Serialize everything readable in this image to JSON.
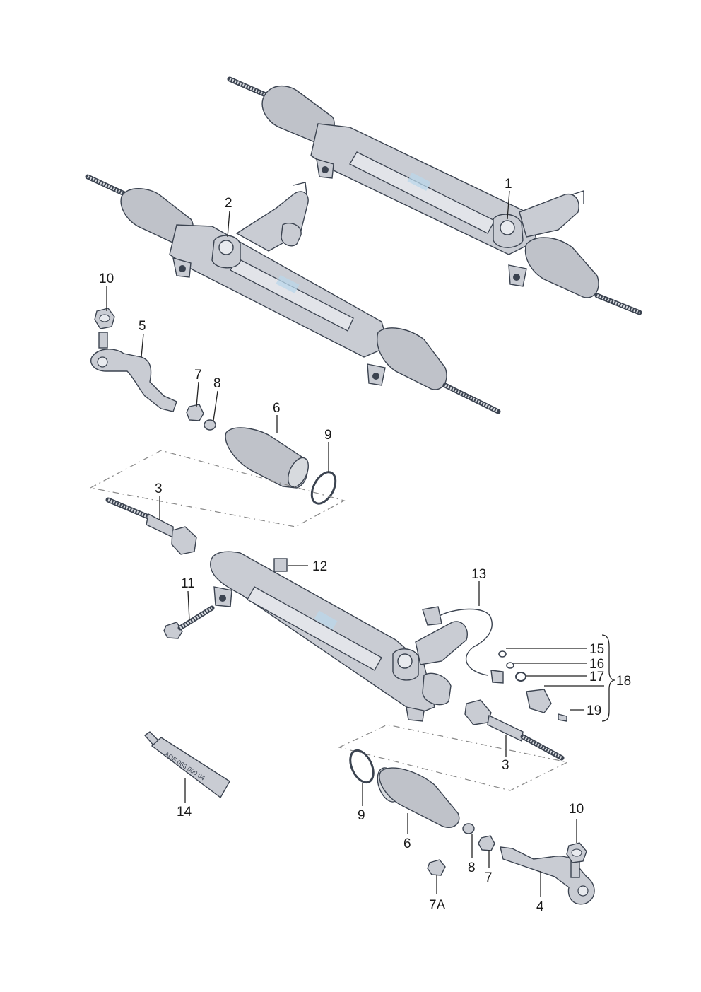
{
  "diagram": {
    "callouts": [
      {
        "id": "c1",
        "text": "1"
      },
      {
        "id": "c2",
        "text": "2"
      },
      {
        "id": "c3a",
        "text": "3"
      },
      {
        "id": "c3b",
        "text": "3"
      },
      {
        "id": "c4",
        "text": "4"
      },
      {
        "id": "c5",
        "text": "5"
      },
      {
        "id": "c6a",
        "text": "6"
      },
      {
        "id": "c6b",
        "text": "6"
      },
      {
        "id": "c7a",
        "text": "7"
      },
      {
        "id": "c7b",
        "text": "7"
      },
      {
        "id": "c7A",
        "text": "7A"
      },
      {
        "id": "c8a",
        "text": "8"
      },
      {
        "id": "c8b",
        "text": "8"
      },
      {
        "id": "c9a",
        "text": "9"
      },
      {
        "id": "c9b",
        "text": "9"
      },
      {
        "id": "c10a",
        "text": "10"
      },
      {
        "id": "c10b",
        "text": "10"
      },
      {
        "id": "c11",
        "text": "11"
      },
      {
        "id": "c12",
        "text": "12"
      },
      {
        "id": "c13",
        "text": "13"
      },
      {
        "id": "c14",
        "text": "14"
      },
      {
        "id": "c15",
        "text": "15"
      },
      {
        "id": "c16",
        "text": "16"
      },
      {
        "id": "c17",
        "text": "17"
      },
      {
        "id": "c18",
        "text": "18"
      },
      {
        "id": "c19",
        "text": "19"
      }
    ],
    "tube_print": "AOF 063 000 04"
  }
}
